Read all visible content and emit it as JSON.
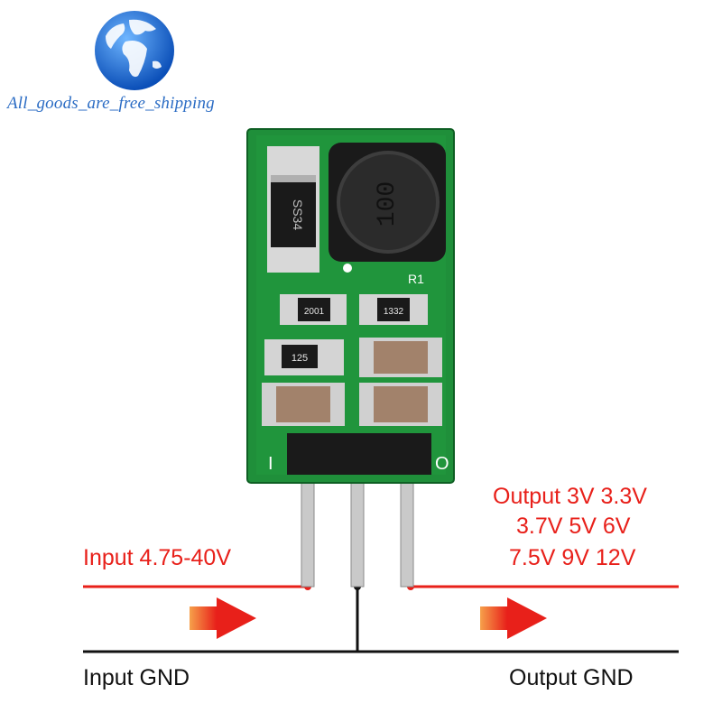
{
  "watermark": {
    "text": "All_goods_are_free_shipping",
    "color": "#2b6cc4",
    "icon": "globe-icon"
  },
  "board": {
    "components": {
      "diode_marking": "SS34",
      "inductor_marking": "100",
      "resistor_r1_label": "R1",
      "resistor_a_marking": "2001",
      "resistor_b_marking": "1332",
      "resistor_c_marking": "125",
      "pin_left_marking": "I",
      "pin_right_marking": "O"
    },
    "pcb_color": "#1f8f3a"
  },
  "labels": {
    "input": "Input 4.75-40V",
    "output_lines": [
      "Output 3V 3.3V",
      "3.7V 5V 6V",
      "7.5V 9V 12V"
    ],
    "input_gnd": "Input GND",
    "output_gnd": "Output GND"
  },
  "colors": {
    "signal_red": "#e8201a",
    "gnd_black": "#111111"
  }
}
